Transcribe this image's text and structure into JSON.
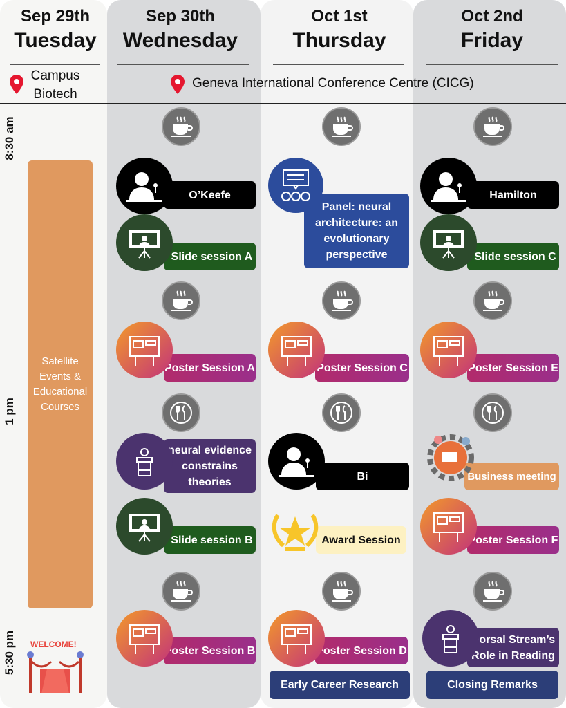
{
  "days": [
    {
      "date": "Sep 29th",
      "weekday": "Tuesday"
    },
    {
      "date": "Sep 30th",
      "weekday": "Wednesday"
    },
    {
      "date": "Oct 1st",
      "weekday": "Thursday"
    },
    {
      "date": "Oct 2nd",
      "weekday": "Friday"
    }
  ],
  "venues": {
    "tuesday": "Campus Biotech",
    "conference": "Geneva International Conference Centre (CICG)"
  },
  "times": [
    "8:30 am",
    "1 pm",
    "5:30 pm"
  ],
  "tuesday": {
    "satellite": "Satellite Events & Educational Courses",
    "welcome": "WELCOME!"
  },
  "wednesday": {
    "keynote1": "O’Keefe",
    "slides_a": "Slide session A",
    "poster_a": "Poster Session A",
    "symposium": "neural evidence constrains theories",
    "slides_b": "Slide session B",
    "poster_b": "Poster Session B"
  },
  "thursday": {
    "panel": "Panel: neural architecture: an evolutionary perspective",
    "poster_c": "Poster Session C",
    "keynote2": "Bi",
    "award": "Award Session",
    "poster_d": "Poster Session D",
    "early_career": "Early Career Research"
  },
  "friday": {
    "keynote3": "Hamilton",
    "slides_c": "Slide session C",
    "poster_e": "Poster Session E",
    "business": "Business meeting",
    "poster_f": "Poster Session F",
    "symposium2": "Dorsal Stream’s Role in Reading",
    "closing": "Closing Remarks"
  },
  "colors": {
    "keynote": "#000000",
    "slides": "#1f5b1e",
    "poster": "#b22b6b",
    "symposium": "#4b336e",
    "panel": "#2c4c9c",
    "navy": "#2c3e78",
    "satellite": "#e0995f",
    "award": "#fdf1c2"
  },
  "icons": [
    "coffee-icon",
    "lunch-icon",
    "speaker-icon",
    "presenter-icon",
    "poster-icon",
    "podium-icon",
    "panel-icon",
    "award-icon",
    "business-icon",
    "welcome-icon",
    "location-pin-icon"
  ]
}
